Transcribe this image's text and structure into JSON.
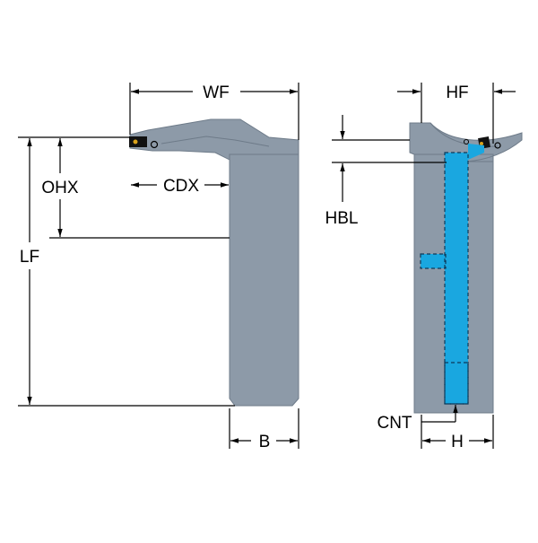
{
  "colors": {
    "body_fill": "#8d9aa8",
    "body_edge": "#6e7b89",
    "body_shadow": "#7a8796",
    "coolant": "#1aa7e0",
    "coolant_dash": "#0d3a5a",
    "insert": "#111111",
    "insert_tip": "#d9a21b",
    "line": "#000000"
  },
  "labels": {
    "wf": "WF",
    "hf": "HF",
    "ohx": "OHX",
    "cdx": "CDX",
    "lf": "LF",
    "hbl": "HBL",
    "b": "B",
    "cnt": "CNT",
    "h": "H"
  }
}
